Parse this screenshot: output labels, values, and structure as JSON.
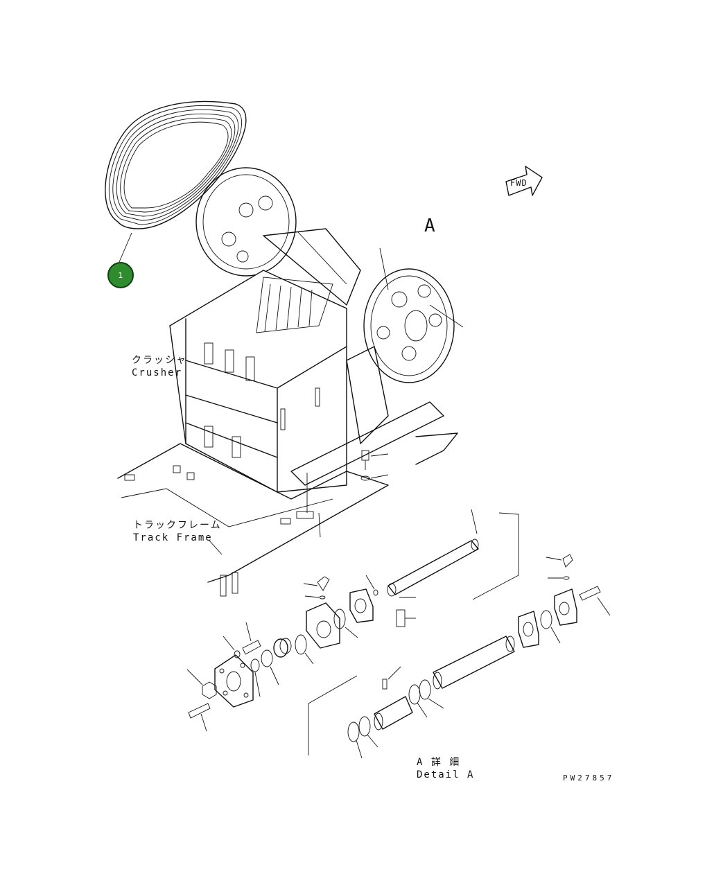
{
  "callouts": [
    {
      "id": "callout-1",
      "number": "1"
    }
  ],
  "labels": {
    "crusher_jp": "クラッシャ",
    "crusher_en": "Crusher",
    "track_frame_jp": "トラックフレーム",
    "track_frame_en": "Track Frame",
    "detail_marker": "A",
    "detail_title_jp": "A 詳 細",
    "detail_title_en": "Detail A",
    "fwd": "FWD",
    "drawing_number": "PW27857"
  },
  "colors": {
    "callout_fill": "#2e8b2e",
    "line": "#111111",
    "background": "#ffffff"
  }
}
